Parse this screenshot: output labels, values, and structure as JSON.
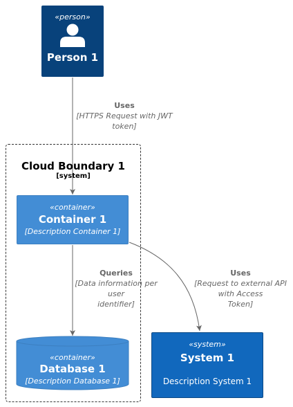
{
  "person": {
    "stereotype": "«person»",
    "name": "Person 1"
  },
  "boundary": {
    "name": "Cloud Boundary 1",
    "type": "[system]"
  },
  "container": {
    "stereotype": "«container»",
    "name": "Container 1",
    "description": "[Description Container 1]"
  },
  "database": {
    "stereotype": "«container»",
    "name": "Database 1",
    "description": "[Description Database 1]"
  },
  "system": {
    "stereotype": "«system»",
    "name": "System 1",
    "description": "Description System 1"
  },
  "edges": {
    "person_to_container": {
      "label": "Uses",
      "tech_line1": "[HTTPS Request with JWT",
      "tech_line2": "token]"
    },
    "container_to_database": {
      "label": "Queries",
      "tech_line1": "[Data information per",
      "tech_line2": "user",
      "tech_line3": "identifier]"
    },
    "container_to_system": {
      "label": "Uses",
      "tech_line1": "[Request to external API",
      "tech_line2": "with Access",
      "tech_line3": "Token]"
    }
  },
  "colors": {
    "person": "#08427b",
    "container": "#438dd5",
    "system": "#1168bd",
    "edge": "#666666"
  },
  "icons": {
    "person": "person-icon"
  }
}
